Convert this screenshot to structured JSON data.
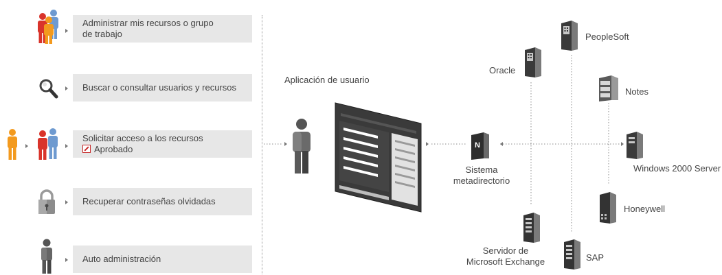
{
  "actions": [
    {
      "line1": "Administrar mis recursos o grupo",
      "line2": "de trabajo"
    },
    {
      "line1": "Buscar o consultar usuarios y recursos"
    },
    {
      "line1": "Solicitar acceso a los recursos",
      "line2": "Aprobado"
    },
    {
      "line1": "Recuperar contraseñas olvidadas"
    },
    {
      "line1": "Auto administración"
    }
  ],
  "center": {
    "app_label": "Aplicación de usuario",
    "metadirectory_line1": "Sistema",
    "metadirectory_line2": "metadirectorio",
    "metadirectory_glyph": "N"
  },
  "systems": {
    "peoplesoft": "PeopleSoft",
    "oracle": "Oracle",
    "notes": "Notes",
    "windows": "Windows 2000 Server",
    "honeywell": "Honeywell",
    "exchange_line1": "Servidor de",
    "exchange_line2": "Microsoft Exchange",
    "sap": "SAP"
  },
  "colors": {
    "panel": "#e7e7e7",
    "red": "#d9342b",
    "orange": "#f39a1e",
    "blue": "#6e9ad0",
    "gray": "#6a6a6a",
    "dark": "#2e2e2e"
  }
}
